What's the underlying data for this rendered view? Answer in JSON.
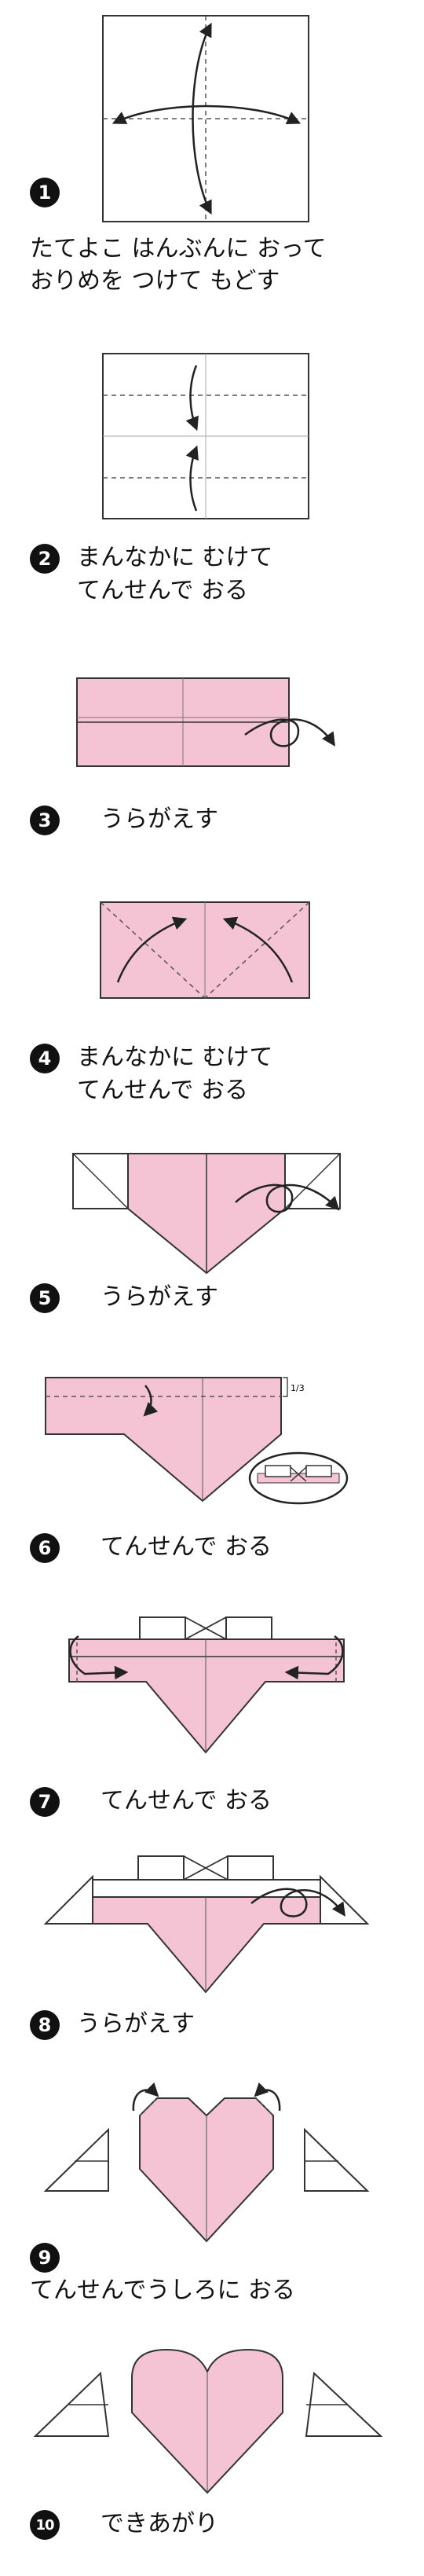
{
  "colors": {
    "paper": "#f4c3d4",
    "outline": "#222222",
    "fold_line": "#555555"
  },
  "steps": [
    {
      "number": "1",
      "lines": [
        "たてよこ はんぶんに おって",
        "おりめを つけて もどす"
      ]
    },
    {
      "number": "2",
      "lines": [
        "まんなかに むけて",
        "てんせんで おる"
      ]
    },
    {
      "number": "3",
      "lines": [
        "うらがえす"
      ]
    },
    {
      "number": "4",
      "lines": [
        "まんなかに むけて",
        "てんせんで おる"
      ]
    },
    {
      "number": "5",
      "lines": [
        "うらがえす"
      ]
    },
    {
      "number": "6",
      "lines": [
        "てんせんで おる"
      ],
      "fraction": "1/3"
    },
    {
      "number": "7",
      "lines": [
        "てんせんで おる"
      ]
    },
    {
      "number": "8",
      "lines": [
        "うらがえす"
      ]
    },
    {
      "number": "9",
      "lines": [
        "てんせんでうしろに おる"
      ]
    },
    {
      "number": "10",
      "lines": [
        "できあがり"
      ]
    }
  ]
}
